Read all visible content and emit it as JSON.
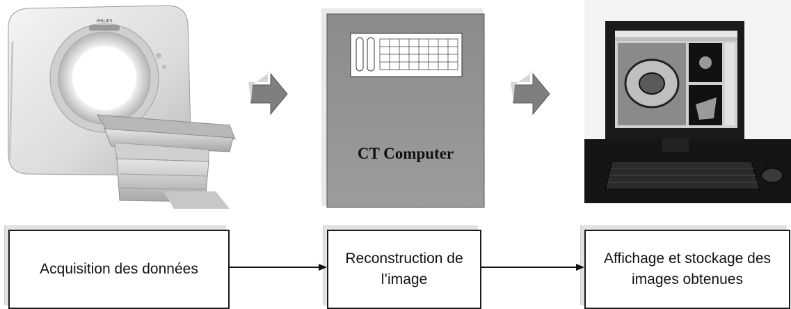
{
  "stages": [
    {
      "id": "acquisition",
      "caption": "Acquisition des données"
    },
    {
      "id": "reconstruction",
      "caption": "Reconstruction de\nl’image",
      "device_label": "CT Computer"
    },
    {
      "id": "display",
      "caption": "Affichage et stockage des\nimages obtenues"
    }
  ],
  "scanner": {
    "brand_text": "PHILIPS"
  },
  "icons": [
    "ct-scanner-icon",
    "ct-computer-icon",
    "monitor-workstation-icon",
    "block-arrow-icon",
    "connector-arrow-icon"
  ],
  "colors": {
    "border": "#1a1a1a",
    "arrow_fill": "#7a7a7a",
    "computer_fill": "#8a8a8a"
  }
}
